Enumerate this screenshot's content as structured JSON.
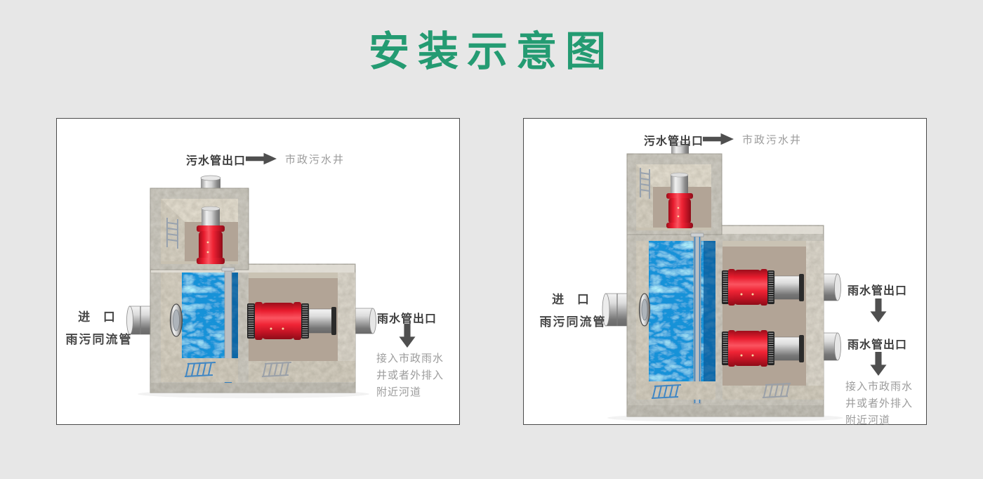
{
  "page": {
    "title": "安装示意图"
  },
  "left": {
    "sewage_outlet": "污水管出口",
    "sewage_target": "市政污水井",
    "inlet_line1": "进 口",
    "inlet_line2": "雨污同流管",
    "rain_outlet": "雨水管出口",
    "rain_note": [
      "接入市政雨水",
      "井或者外排入",
      "附近河道"
    ]
  },
  "right": {
    "sewage_outlet": "污水管出口",
    "sewage_target": "市政污水井",
    "inlet_line1": "进 口",
    "inlet_line2": "雨污同流管",
    "rain_outlet_1": "雨水管出口",
    "rain_outlet_2": "雨水管出口",
    "rain_note": [
      "接入市政雨水",
      "井或者外排入",
      "附近河道"
    ]
  },
  "icons": {
    "arrow_right": "➡",
    "arrow_down": "⬇"
  },
  "colors": {
    "background": "#e7e7e7",
    "title_green": "#249b72",
    "panel_border": "#4a4a4a",
    "label_dark": "#3d3d3d",
    "label_gray": "#9c9c9c",
    "arrow_gray": "#4f4f4f",
    "valve_red": "#e81c2e",
    "water_blue": "#1292d8",
    "concrete": "#d0cdc4",
    "interior_beige": "#b2a496",
    "steel": "#c9c9c9"
  }
}
